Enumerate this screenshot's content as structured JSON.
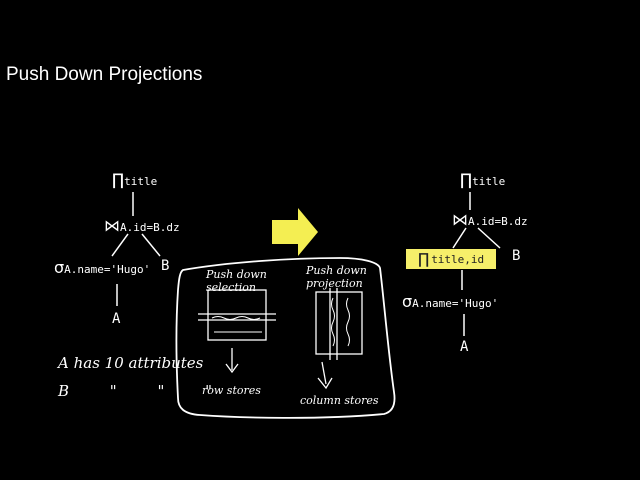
{
  "slide": {
    "title": "Push Down Projections"
  },
  "left_tree": {
    "projection": {
      "symbol": "∏",
      "attr": "title"
    },
    "join": {
      "symbol": "⋈",
      "cond": "A.id=B.dz"
    },
    "selection": {
      "symbol": "σ",
      "cond": "A.name='Hugo'"
    },
    "relation_a": "A",
    "relation_b": "B"
  },
  "right_tree": {
    "projection": {
      "symbol": "∏",
      "attr": "title"
    },
    "join": {
      "symbol": "⋈",
      "cond": "A.id=B.dz"
    },
    "pushed_projection": {
      "symbol": "∏",
      "attr": "title,id"
    },
    "selection": {
      "symbol": "σ",
      "cond": "A.name='Hugo'"
    },
    "relation_a": "A",
    "relation_b": "B"
  },
  "handwriting": {
    "push_down_selection": "Push down selection",
    "push_down_projection": "Push down projection",
    "row_stores": "row stores",
    "column_stores": "column stores",
    "attributes_note": "A has 10 attributes",
    "b_note": "B \" \" \""
  },
  "colors": {
    "highlight": "#f6ef6a",
    "arrow": "#f4ee52",
    "background": "#000000"
  }
}
